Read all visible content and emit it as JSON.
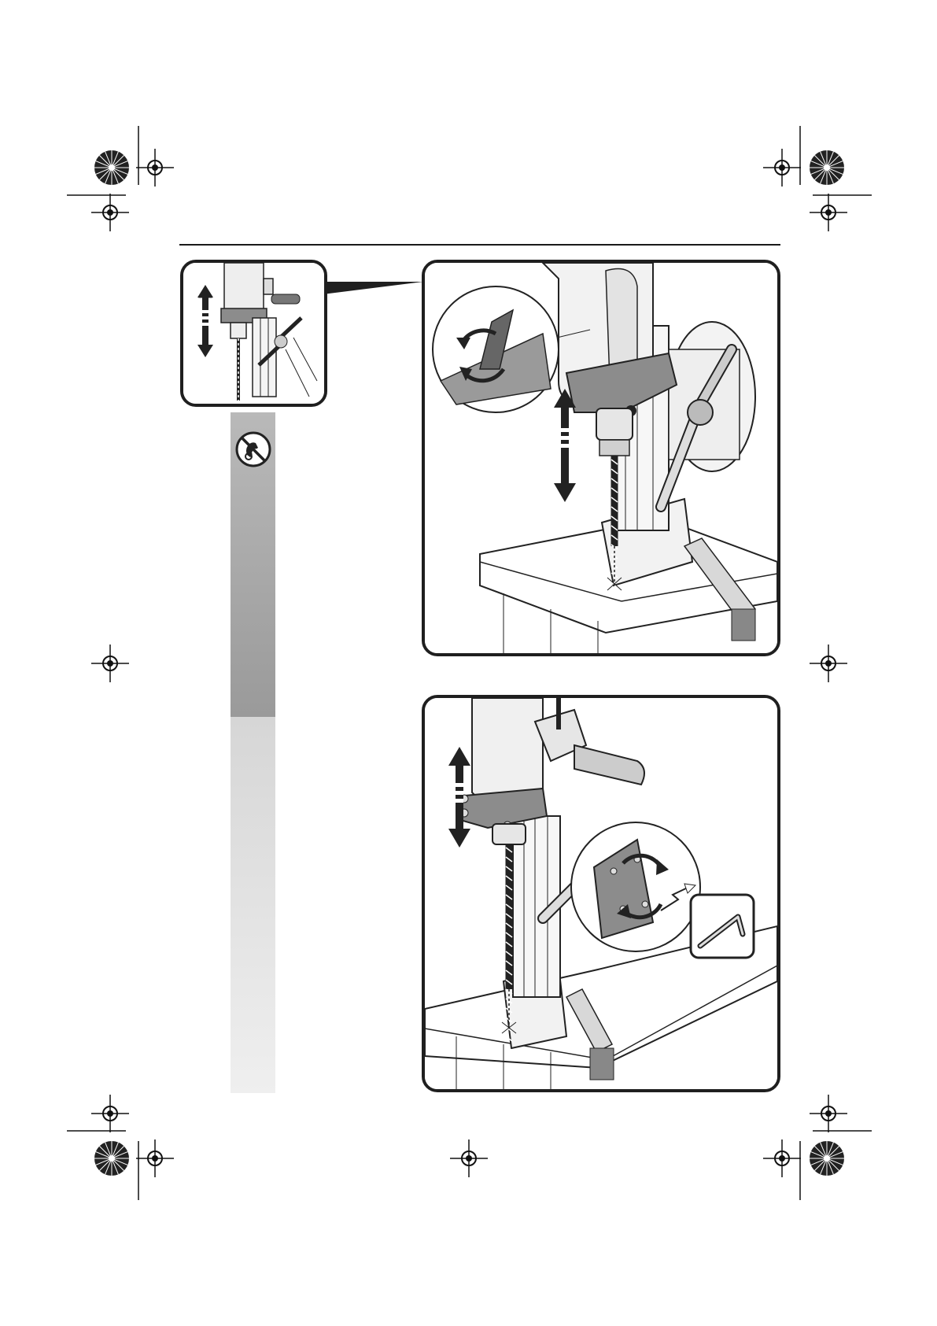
{
  "page": {
    "layout": "instruction-illustration-page",
    "colors": {
      "frame": "#1f1f1f",
      "sidebar_top": "#a8a8a8",
      "sidebar_bottom": "#e8e8e8",
      "part_gray": "#8c8c8c"
    }
  },
  "sidebar": {
    "icon": "no-hand-protection-warning-icon"
  },
  "figures": [
    {
      "icon": "drill-stand-height-adjust-figure"
    },
    {
      "icon": "drill-stand-lever-clamp-figure"
    },
    {
      "icon": "drill-stand-allen-key-figure"
    }
  ],
  "registration_marks": {
    "icon": "crop-registration-mark-icon"
  }
}
